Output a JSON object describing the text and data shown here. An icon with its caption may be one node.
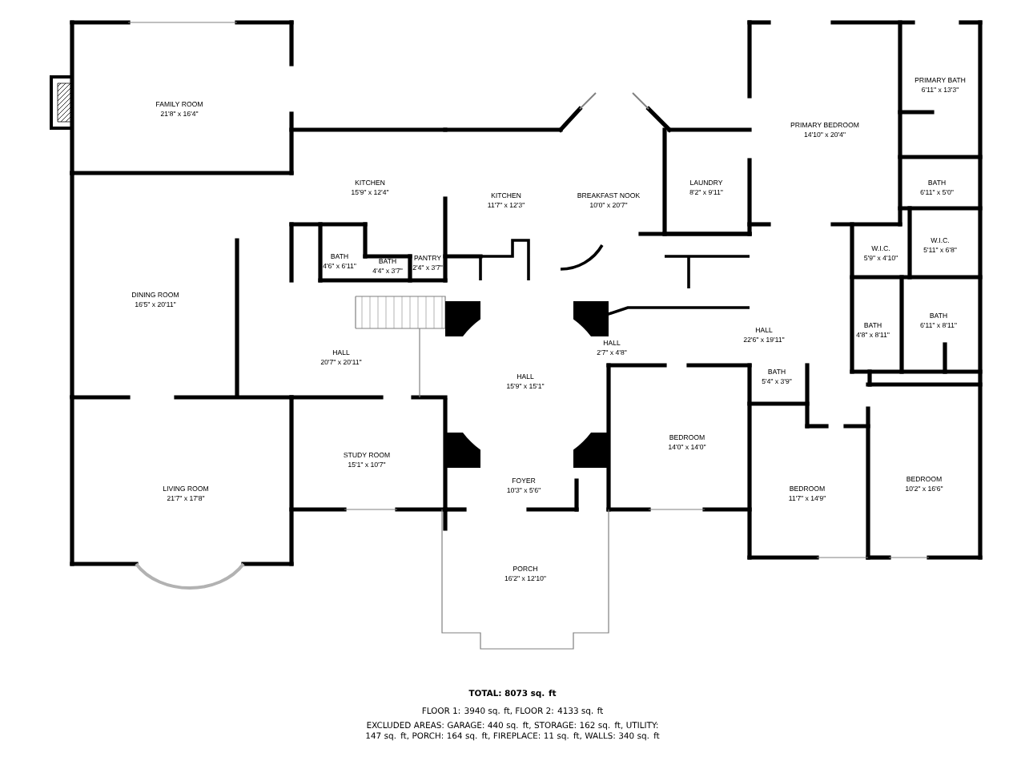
{
  "diagram": {
    "labels": [
      "FAMILY ROOM",
      "21'8\" x 16'4\"",
      "PRIMARY BATH",
      "6'11\" x 13'3\"",
      "PRIMARY BEDROOM",
      "14'10\" x 20'4\"",
      "KITCHEN",
      "15'9\" x 12'4\"",
      "LAUNDRY",
      "8'2\" x 9'11\"",
      "BATH",
      "6'11\" x 5'0\"",
      "KITCHEN",
      "11'7\" x 12'3\"",
      "BREAKFAST NOOK",
      "10'0\" x 20'7\"",
      "W.I.C.",
      "5'11\" x 6'8\"",
      "W.I.C.",
      "5'9\" x 4'10\"",
      "BATH",
      "4'6\" x 6'11\"",
      "BATH",
      "4'4\" x 3'7\"",
      "PANTRY",
      "2'4\" x 3'7\"",
      "DINING ROOM",
      "16'5\" x 20'11\"",
      "BATH",
      "6'11\" x 8'11\"",
      "BATH",
      "4'8\" x 8'11\"",
      "HALL",
      "22'6\" x 19'11\"",
      "HALL",
      "2'7\" x 4'8\"",
      "HALL",
      "20'7\" x 20'11\"",
      "BATH",
      "5'4\" x 3'9\"",
      "HALL",
      "15'9\" x 15'1\"",
      "BEDROOM",
      "14'0\" x 14'0\"",
      "STUDY ROOM",
      "15'1\" x 10'7\"",
      "BEDROOM",
      "10'2\" x 16'6\"",
      "FOYER",
      "10'3\" x 5'6\"",
      "LIVING ROOM",
      "21'7\" x 17'8\"",
      "BEDROOM",
      "11'7\" x 14'9\"",
      "PORCH",
      "16'2\" x 12'10\"",
      "TOTAL: 8073 sq. ft",
      "FLOOR 1: 3940 sq. ft, FLOOR 2: 4133 sq. ft",
      "EXCLUDED AREAS: GARAGE: 440 sq. ft, STORAGE: 162 sq. ft, UTILITY: 147 sq. ft, PORCH: 164 sq. ft, FIREPLACE: 11 sq. ft, WALLS: 340 sq. ft"
    ]
  }
}
